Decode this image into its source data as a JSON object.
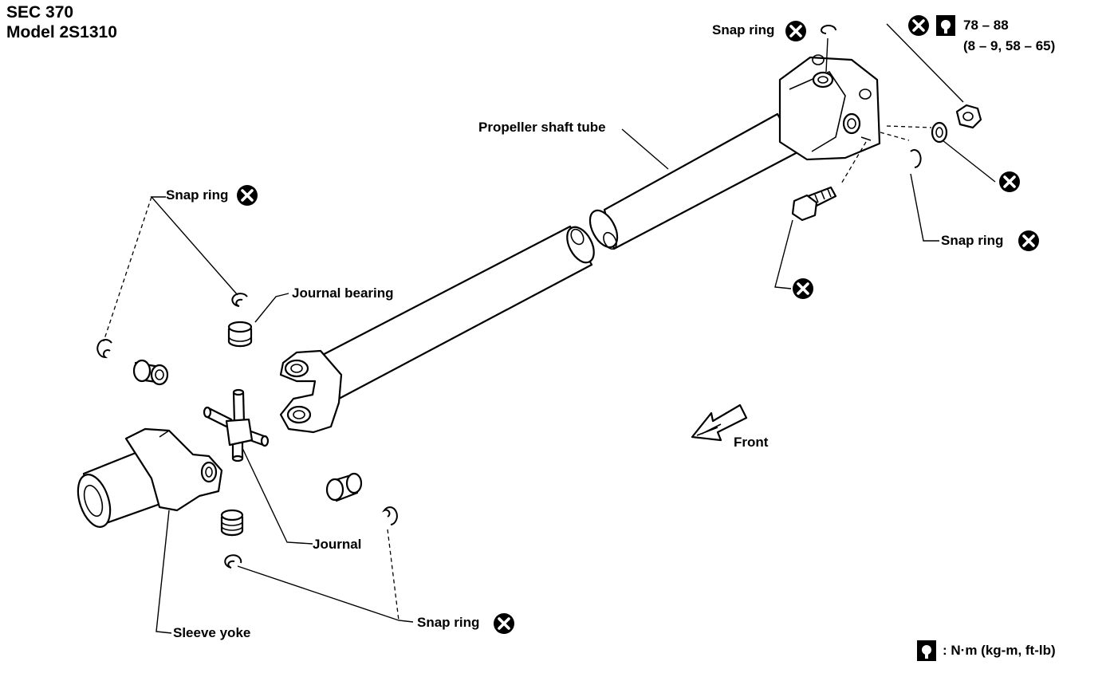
{
  "header": {
    "sec": "SEC 370",
    "model": "Model 2S1310"
  },
  "labels": {
    "snap_ring_top": "Snap ring",
    "torque_value": "78 – 88",
    "torque_alt": "(8 – 9, 58 – 65)",
    "propeller_shaft_tube": "Propeller shaft tube",
    "snap_ring_left": "Snap ring",
    "journal_bearing": "Journal bearing",
    "snap_ring_right": "Snap ring",
    "front": "Front",
    "journal": "Journal",
    "snap_ring_bottom": "Snap ring",
    "sleeve_yoke": "Sleeve yoke"
  },
  "legend": {
    "torque_units": ": N·m (kg-m, ft-lb)"
  },
  "icons": {
    "do_not_reuse": "circled-x-icon",
    "torque": "torque-wrench-icon",
    "arrow": "front-arrow-icon"
  }
}
